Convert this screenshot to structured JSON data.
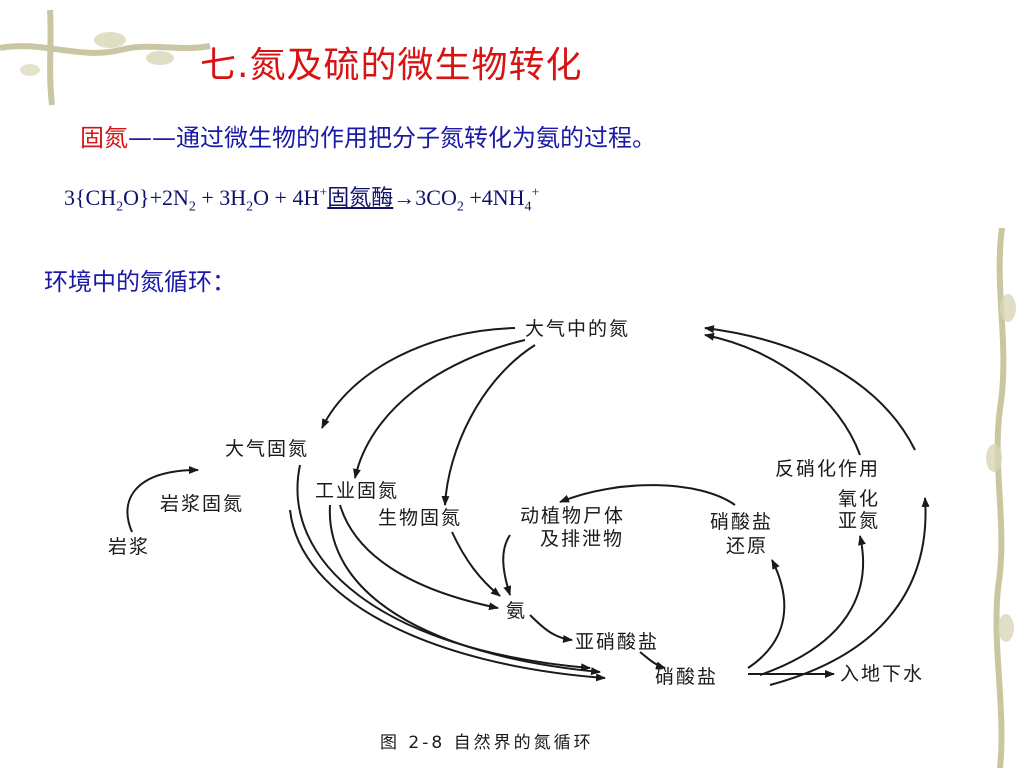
{
  "slide": {
    "title": "七.氮及硫的微生物转化",
    "definition": {
      "term": "固氮",
      "dash": "——",
      "text": "通过微生物的作用把分子氮转化为氨的过程。"
    },
    "equation": {
      "p1": "3{CH",
      "s1": "2",
      "p2": "O}+2N",
      "s2": "2",
      "p3": " + 3H",
      "s3": "2",
      "p4": "O + 4H",
      "sp1": "+",
      "enzyme": "固氮酶",
      "arrow": "→",
      "p5": "3CO",
      "s4": "2",
      "p6": " +4NH",
      "s5": "4",
      "sp2": "+"
    },
    "section_label": "环境中的氮循环："
  },
  "diagram": {
    "nodes": {
      "atmospheric_nitrogen": "大气中的氮",
      "atmospheric_fixation": "大气固氮",
      "magma_fixation": "岩浆固氮",
      "magma": "岩浆",
      "industrial_fixation": "工业固氮",
      "biological_fixation": "生物固氮",
      "remains_line1": "动植物尸体",
      "remains_line2": "及排泄物",
      "nitrate_reduction_line1": "硝酸盐",
      "nitrate_reduction_line2": "还原",
      "denitrification": "反硝化作用",
      "n2o_line1": "氧化",
      "n2o_line2": "亚氮",
      "ammonia": "氨",
      "nitrite": "亚硝酸盐",
      "nitrate": "硝酸盐",
      "groundwater": "入地下水"
    },
    "caption": "图 2-8    自然界的氮循环"
  },
  "colors": {
    "title": "#d81313",
    "body_text": "#1a1aa6",
    "equation": "#10106a",
    "diagram_ink": "#1a1a1a"
  }
}
